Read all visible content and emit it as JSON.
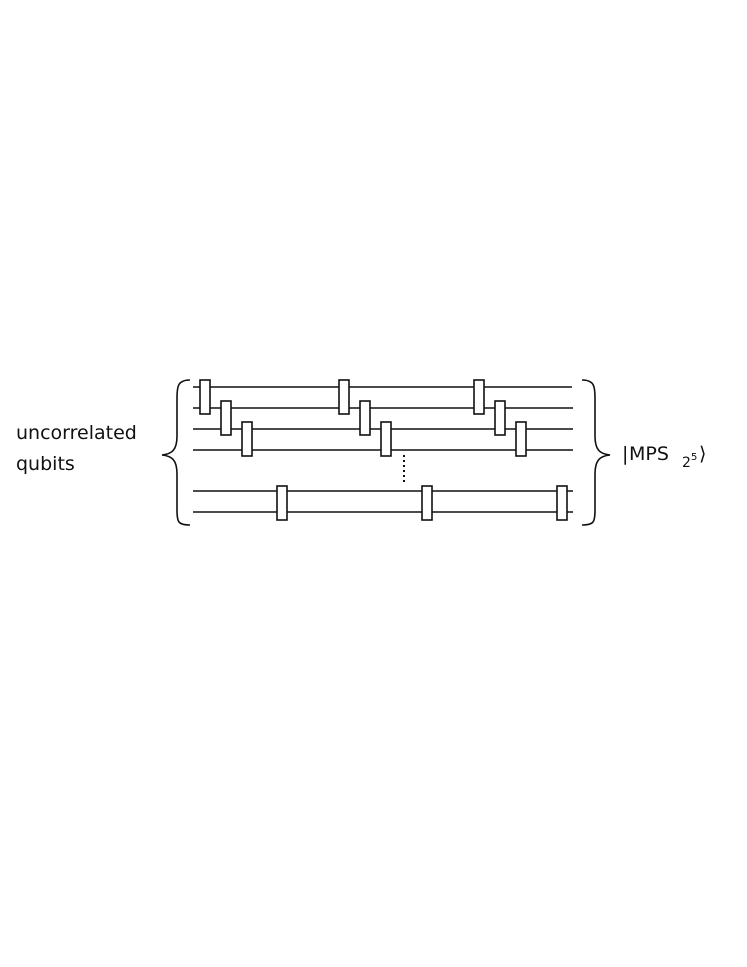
{
  "left_label": {
    "line1": "uncorrelated",
    "line2": "qubits"
  },
  "right_label": {
    "ket_open": "|",
    "name": "MPS",
    "subscript_base": "2",
    "superscript": "5",
    "ket_close": "⟩"
  },
  "colors": {
    "ink": "#111111",
    "background": "#ffffff"
  }
}
